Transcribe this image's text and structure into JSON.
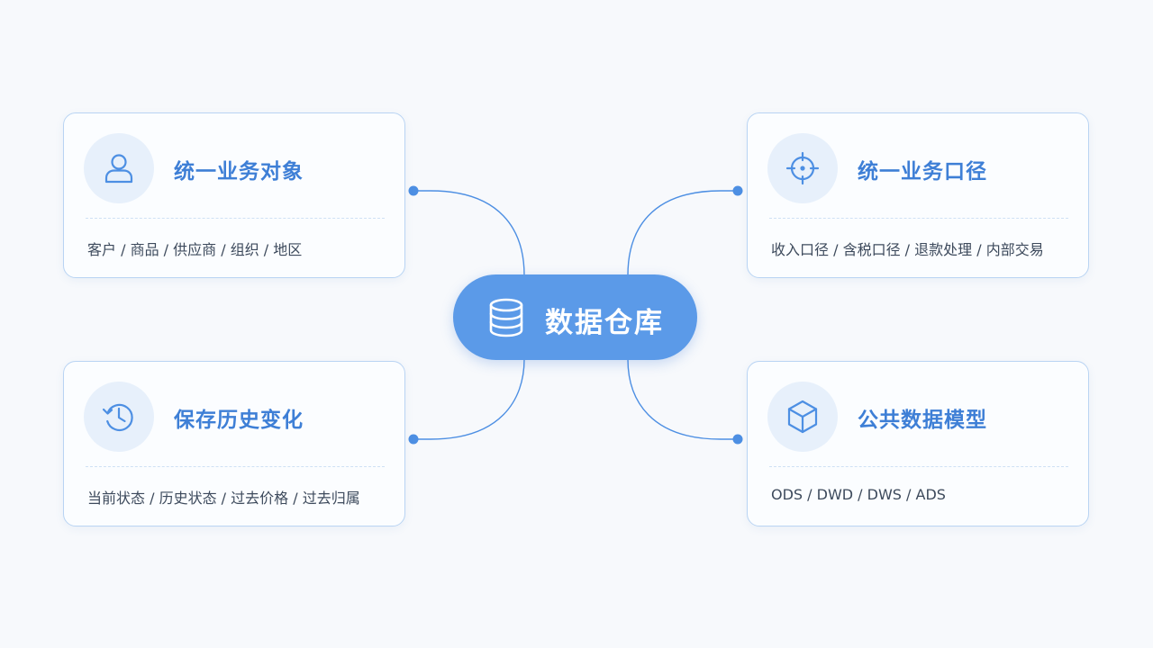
{
  "center": {
    "label": "数据仓库",
    "icon": "database-icon"
  },
  "cards": [
    {
      "title": "统一业务对象",
      "items": "客户 / 商品 / 供应商 / 组织 / 地区",
      "icon": "user-icon"
    },
    {
      "title": "统一业务口径",
      "items": "收入口径 / 含税口径 / 退款处理 / 内部交易",
      "icon": "crosshair-icon"
    },
    {
      "title": "保存历史变化",
      "items": "当前状态 / 历史状态 / 过去价格 / 过去归属",
      "icon": "history-icon"
    },
    {
      "title": "公共数据模型",
      "items": "ODS / DWD / DWS / ADS",
      "icon": "cube-icon"
    }
  ],
  "colors": {
    "background": "#f7f9fc",
    "accent": "#4d8fe3",
    "center_fill": "#5b9ae8",
    "title_text": "#3e7fd6",
    "body_text": "#3d4a5c",
    "card_border": "#b9d4f3",
    "icon_bg": "#e7f0fb",
    "connector": "#4d8fe3"
  }
}
